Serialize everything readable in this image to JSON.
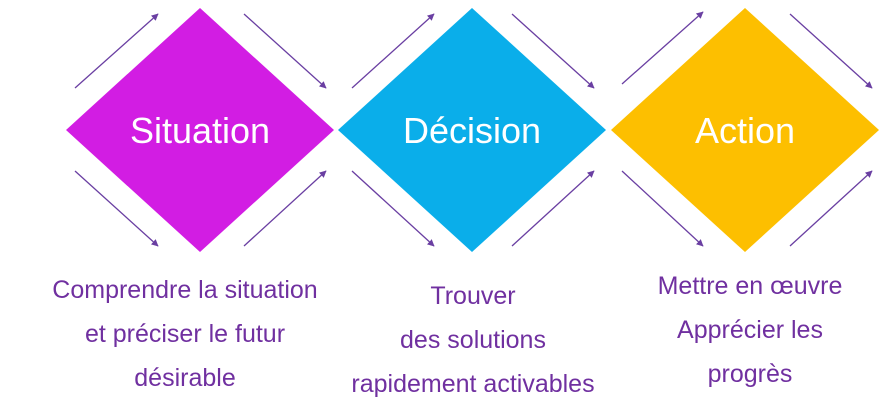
{
  "colors": {
    "situation": "#d21de3",
    "decision": "#0aaeea",
    "action": "#fdbf00",
    "arrow": "#6a3fa2",
    "caption_text": "#7030a0"
  },
  "steps": [
    {
      "title": "Situation",
      "caption": [
        "Comprendre la situation",
        "et préciser le futur",
        "désirable"
      ]
    },
    {
      "title": "Décision",
      "caption": [
        "Trouver",
        "des solutions",
        "rapidement activables"
      ]
    },
    {
      "title": "Action",
      "caption": [
        "Mettre en œuvre",
        "Apprécier les",
        "progrès"
      ]
    }
  ]
}
